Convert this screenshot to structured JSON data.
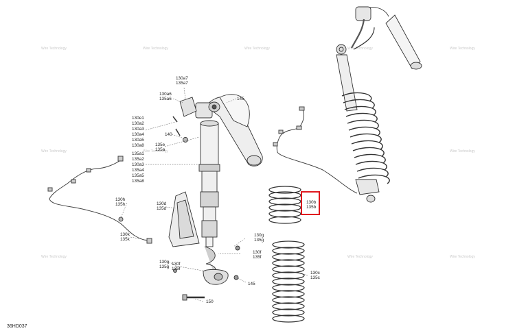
{
  "diagram": {
    "reference_code": "36HD037",
    "watermark_text": "Wire Technology",
    "labels": {
      "l130a7": "130a7",
      "l135a7": "135a7",
      "l130a6": "130a6",
      "l135a6": "135a6",
      "l145a": "145",
      "l145b": "145",
      "l130e1": "130e1",
      "l130a2": "130a2",
      "l130a3": "130a3",
      "l130a4": "130a4",
      "l130a5": "130a5",
      "l130a8": "130a8",
      "l140": "140",
      "l135e": "135e",
      "l135a": "135a",
      "l135a1": "135a1",
      "l135a2": "135a2",
      "l130a3b": "130a3",
      "l135a4": "135a4",
      "l135a5": "135a5",
      "l135a8": "135a8",
      "l130h": "130h",
      "l135h": "135h",
      "l130d": "130d",
      "l135d": "135d",
      "l130k": "130k",
      "l135k": "135k",
      "l130g": "130g",
      "l135g": "135g",
      "l130g2": "130g",
      "l135g2": "135g",
      "l130f": "130f",
      "l135f": "135f",
      "l150": "150",
      "l130b": "130b",
      "l135b": "135b",
      "l130c": "130c",
      "l135c": "135c"
    },
    "highlight_color": "#e0191f"
  }
}
